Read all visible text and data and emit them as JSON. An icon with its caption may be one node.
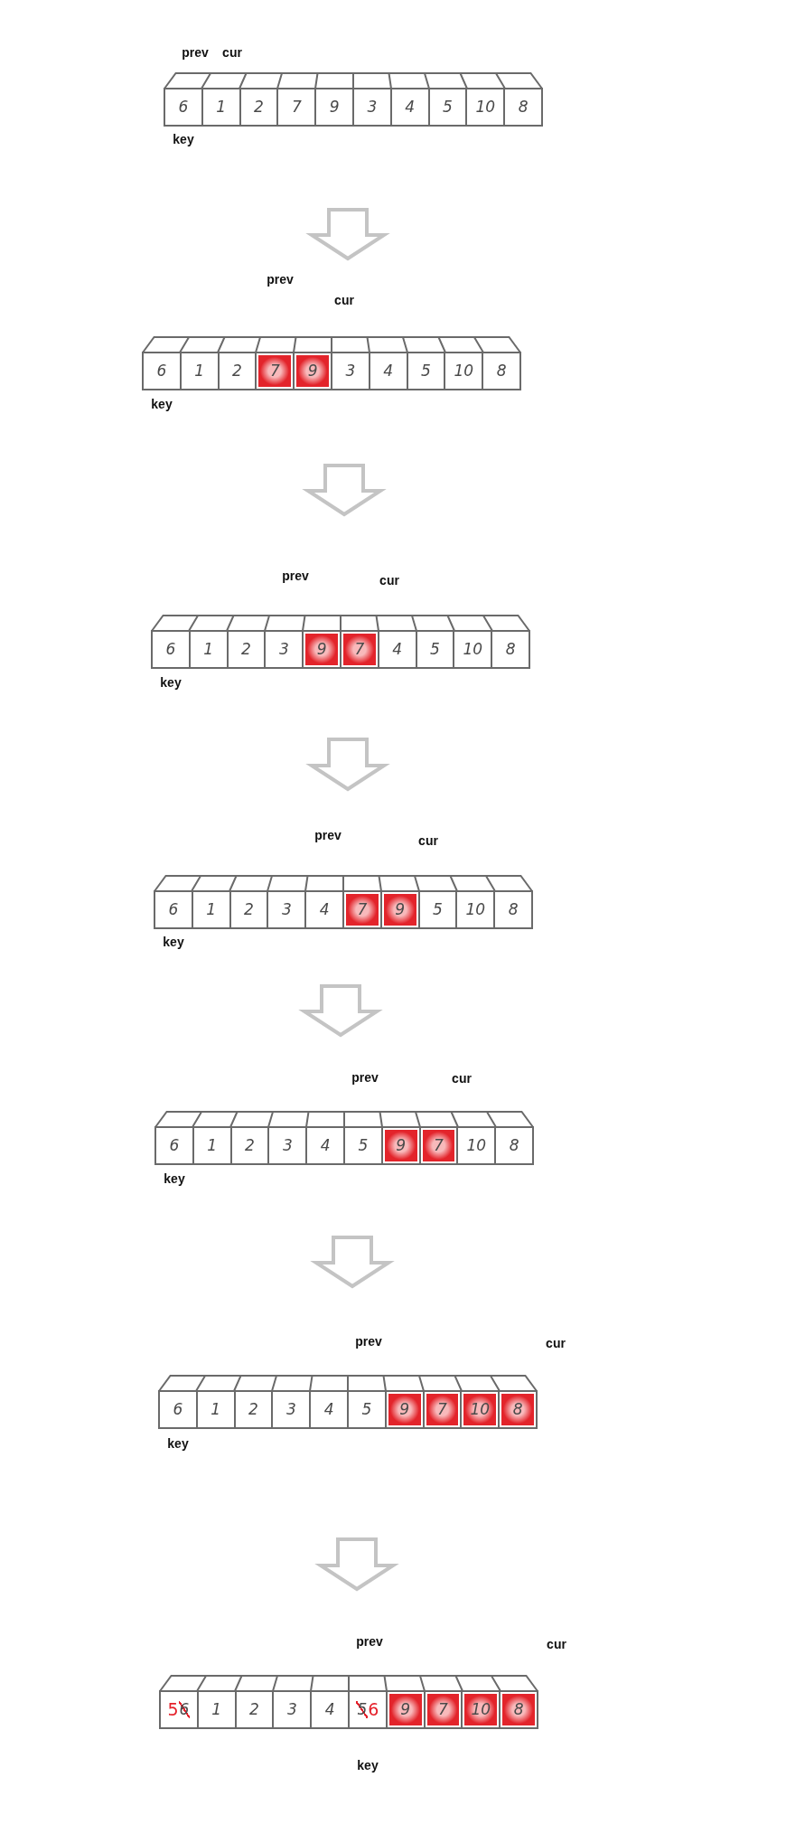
{
  "diagram": {
    "nodes": [
      {
        "text": [],
        "shape": "box",
        "beside": [
          "prev",
          "cur",
          "key"
        ]
      },
      {
        "text": [
          "6"
        ],
        "in": 0
      },
      {
        "text": [
          "1"
        ],
        "in": 0
      },
      {
        "text": [
          "2"
        ],
        "in": 0
      },
      {
        "text": [
          "7"
        ],
        "in": 0
      },
      {
        "text": [
          "9"
        ],
        "in": 0
      },
      {
        "text": [
          "3"
        ],
        "in": 0
      },
      {
        "text": [
          "4"
        ],
        "in": 0
      },
      {
        "text": [
          "5"
        ],
        "in": 0
      },
      {
        "text": [
          "10"
        ],
        "in": 0
      },
      {
        "text": [
          "8"
        ],
        "in": 0
      },
      {
        "text": [],
        "shape": "box",
        "beside": [
          "prev",
          "cur",
          "key"
        ]
      },
      {
        "text": [
          "6"
        ],
        "in": 11
      },
      {
        "text": [
          "1"
        ],
        "in": 11
      },
      {
        "text": [
          "2"
        ],
        "in": 11
      },
      {
        "text": [
          "7"
        ],
        "in": 11
      },
      {
        "text": [
          "9"
        ],
        "in": 11
      },
      {
        "text": [
          "3"
        ],
        "in": 11
      },
      {
        "text": [
          "4"
        ],
        "in": 11
      },
      {
        "text": [
          "5"
        ],
        "in": 11
      },
      {
        "text": [
          "10"
        ],
        "in": 11
      },
      {
        "text": [
          "8"
        ],
        "in": 11
      },
      {
        "text": [],
        "shape": "box",
        "beside": [
          "prev",
          "cur",
          "key"
        ]
      },
      {
        "text": [
          "6"
        ],
        "in": 22
      },
      {
        "text": [
          "1"
        ],
        "in": 22
      },
      {
        "text": [
          "2"
        ],
        "in": 22
      },
      {
        "text": [
          "3"
        ],
        "in": 22
      },
      {
        "text": [
          "9"
        ],
        "in": 22
      },
      {
        "text": [
          "7"
        ],
        "in": 22
      },
      {
        "text": [
          "4"
        ],
        "in": 22
      },
      {
        "text": [
          "5"
        ],
        "in": 22
      },
      {
        "text": [
          "10"
        ],
        "in": 22
      },
      {
        "text": [
          "8"
        ],
        "in": 22
      },
      {
        "text": [],
        "shape": "box",
        "beside": [
          "prev",
          "cur",
          "key"
        ]
      },
      {
        "text": [
          "6"
        ],
        "in": 33
      },
      {
        "text": [
          "1"
        ],
        "in": 33
      },
      {
        "text": [
          "2"
        ],
        "in": 33
      },
      {
        "text": [
          "3"
        ],
        "in": 33
      },
      {
        "text": [
          "4"
        ],
        "in": 33
      },
      {
        "text": [
          "7"
        ],
        "in": 33
      },
      {
        "text": [
          "9"
        ],
        "in": 33
      },
      {
        "text": [
          "5"
        ],
        "in": 33
      },
      {
        "text": [
          "10"
        ],
        "in": 33
      },
      {
        "text": [
          "8"
        ],
        "in": 33
      },
      {
        "text": [],
        "shape": "box",
        "beside": [
          "prev",
          "cur",
          "key"
        ]
      },
      {
        "text": [
          "6"
        ],
        "in": 44
      },
      {
        "text": [
          "1"
        ],
        "in": 44
      },
      {
        "text": [
          "2"
        ],
        "in": 44
      },
      {
        "text": [
          "3"
        ],
        "in": 44
      },
      {
        "text": [
          "4"
        ],
        "in": 44
      },
      {
        "text": [
          "5"
        ],
        "in": 44
      },
      {
        "text": [
          "9"
        ],
        "in": 44
      },
      {
        "text": [
          "7"
        ],
        "in": 44
      },
      {
        "text": [
          "10"
        ],
        "in": 44
      },
      {
        "text": [
          "8"
        ],
        "in": 44
      },
      {
        "text": [],
        "shape": "box",
        "beside": [
          "prev",
          "cur",
          "key"
        ]
      },
      {
        "text": [
          "6"
        ],
        "in": 55
      },
      {
        "text": [
          "1"
        ],
        "in": 55
      },
      {
        "text": [
          "2"
        ],
        "in": 55
      },
      {
        "text": [
          "3"
        ],
        "in": 55
      },
      {
        "text": [
          "4"
        ],
        "in": 55
      },
      {
        "text": [
          "5"
        ],
        "in": 55
      },
      {
        "text": [
          "9"
        ],
        "in": 55
      },
      {
        "text": [
          "7"
        ],
        "in": 55
      },
      {
        "text": [
          "10"
        ],
        "in": 55
      },
      {
        "text": [
          "8"
        ],
        "in": 55
      },
      {
        "text": [],
        "shape": "box",
        "beside": [
          "prev",
          "cur",
          "key"
        ]
      },
      {
        "text": [
          "5",
          "6"
        ],
        "in": 66
      },
      {
        "text": [
          "1"
        ],
        "in": 66
      },
      {
        "text": [
          "2"
        ],
        "in": 66
      },
      {
        "text": [
          "3"
        ],
        "in": 66
      },
      {
        "text": [
          "4"
        ],
        "in": 66
      },
      {
        "text": [
          "5",
          "6"
        ],
        "in": 66
      },
      {
        "text": [
          "9"
        ],
        "in": 66
      },
      {
        "text": [
          "7"
        ],
        "in": 66
      },
      {
        "text": [
          "10"
        ],
        "in": 66
      },
      {
        "text": [
          "8"
        ],
        "in": 66
      }
    ],
    "edges": [
      {
        "from": 0,
        "to": 11,
        "arrow": "to"
      },
      {
        "from": 11,
        "to": 22,
        "arrow": "to"
      },
      {
        "from": 22,
        "to": 33,
        "arrow": "to"
      },
      {
        "from": 33,
        "to": 44,
        "arrow": "to"
      },
      {
        "from": 44,
        "to": 55,
        "arrow": "to"
      },
      {
        "from": 55,
        "to": 66,
        "arrow": "to"
      }
    ]
  }
}
